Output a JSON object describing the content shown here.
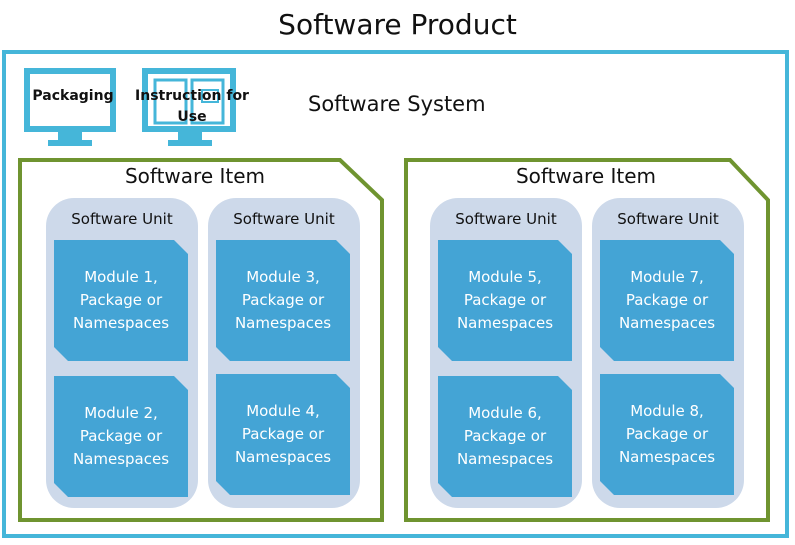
{
  "product": {
    "title": "Software Product"
  },
  "system": {
    "title": "Software System",
    "accent_color": "#45b6d9",
    "icons": [
      {
        "name": "monitor-icon",
        "label": "Packaging"
      },
      {
        "name": "book-monitor-icon",
        "label": "Instruction for Use"
      }
    ]
  },
  "items": [
    {
      "title": "Software Item",
      "border_color": "#6f9430",
      "units": [
        {
          "title": "Software Unit",
          "modules": [
            "Module 1, Package or Namespaces",
            "Module 2, Package or Namespaces"
          ]
        },
        {
          "title": "Software Unit",
          "modules": [
            "Module 3, Package or Namespaces",
            "Module 4, Package or Namespaces"
          ]
        }
      ]
    },
    {
      "title": "Software Item",
      "border_color": "#6f9430",
      "units": [
        {
          "title": "Software Unit",
          "modules": [
            "Module 5, Package or Namespaces",
            "Module 6, Package or Namespaces"
          ]
        },
        {
          "title": "Software Unit",
          "modules": [
            "Module 7, Package or Namespaces",
            "Module 8, Package or Namespaces"
          ]
        }
      ]
    }
  ],
  "colors": {
    "unit_bg": "#cdd9ea",
    "module_bg": "#44a4d5"
  }
}
